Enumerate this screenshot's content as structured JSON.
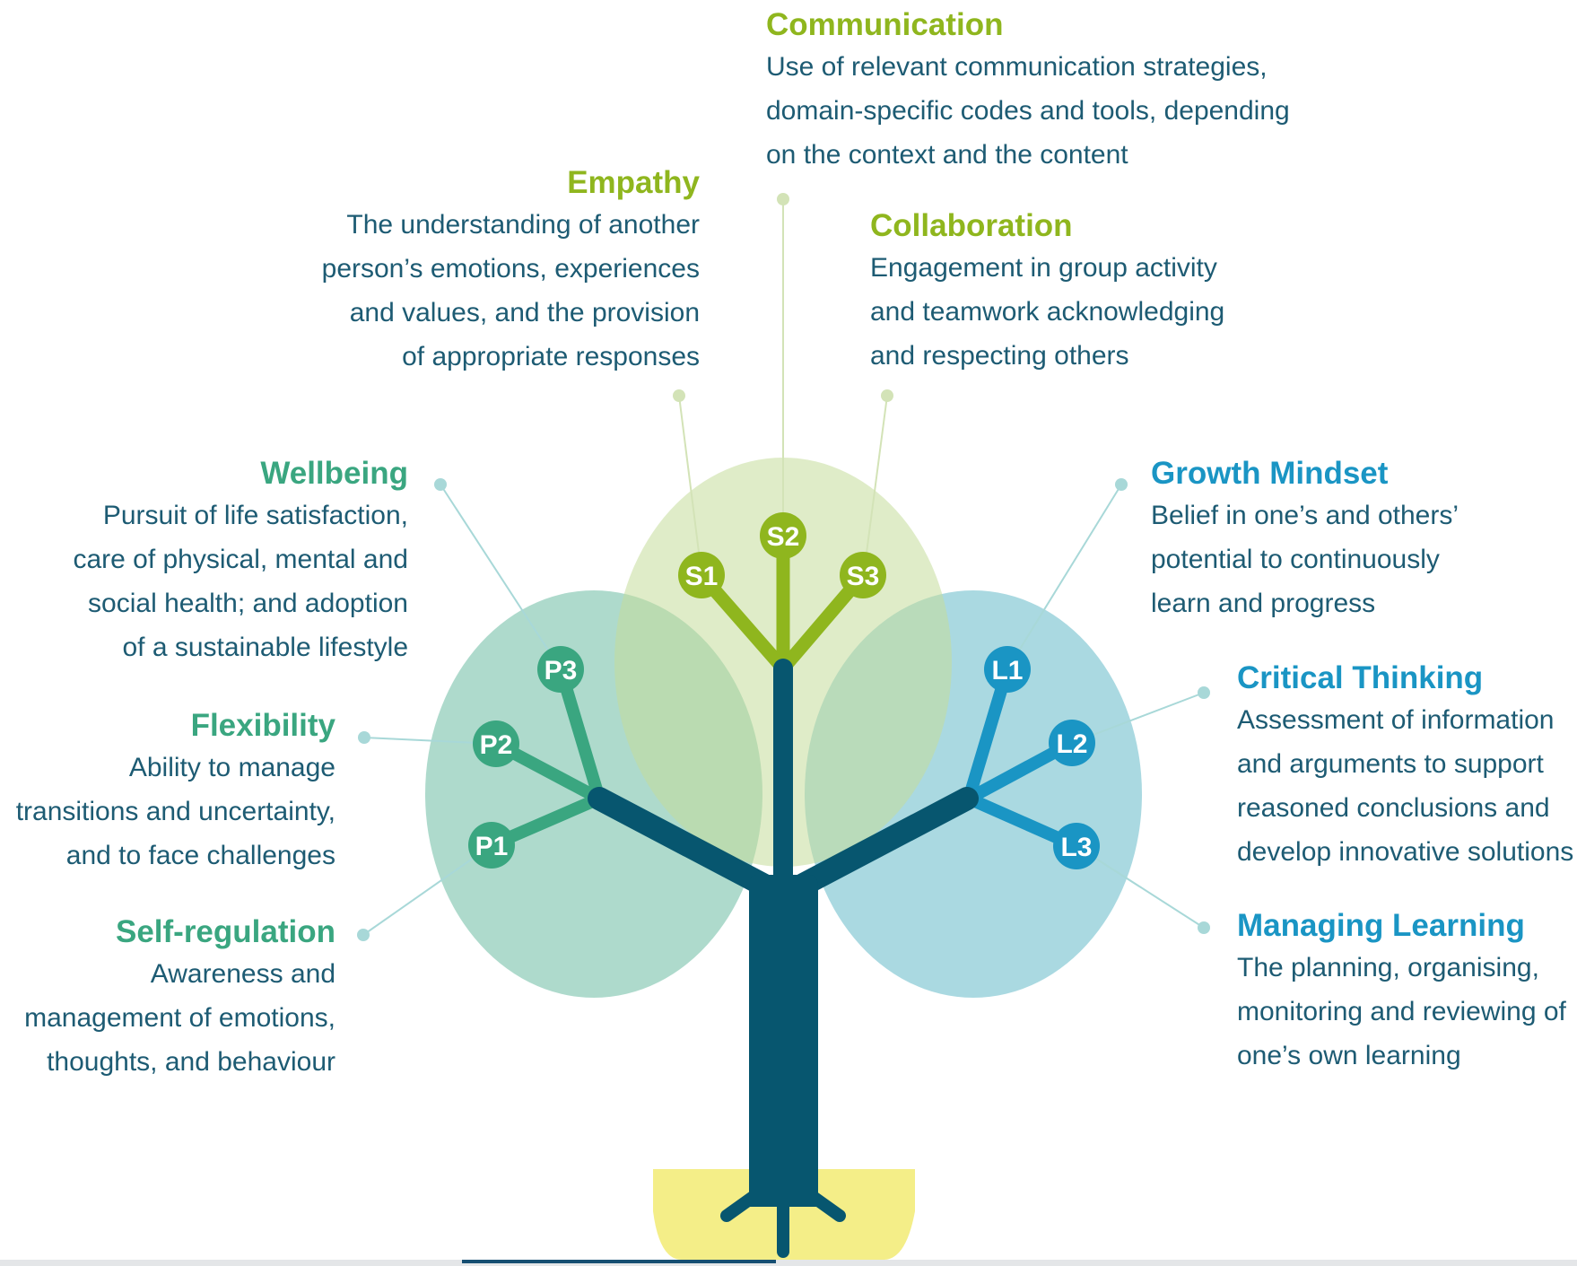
{
  "colors": {
    "social": "#8fb61e",
    "personal": "#3aa680",
    "learning": "#1a95c4",
    "trunk": "#07566f",
    "description_text": "#1d5b73",
    "pot": "#f4ee88"
  },
  "nodes": {
    "P1": "P1",
    "P2": "P2",
    "P3": "P3",
    "S1": "S1",
    "S2": "S2",
    "S3": "S3",
    "L1": "L1",
    "L2": "L2",
    "L3": "L3"
  },
  "competences": {
    "communication": {
      "title": "Communication",
      "description": "Use of relevant communication strategies,\ndomain-specific codes and tools, depending\non the context and the content"
    },
    "empathy": {
      "title": "Empathy",
      "description": "The understanding of another\nperson’s emotions, experiences\nand values, and the provision\nof appropriate responses"
    },
    "collaboration": {
      "title": "Collaboration",
      "description": "Engagement in group activity\nand teamwork acknowledging\nand respecting others"
    },
    "wellbeing": {
      "title": "Wellbeing",
      "description": "Pursuit of life satisfaction,\ncare of physical, mental and\nsocial health; and adoption\nof a sustainable lifestyle"
    },
    "flexibility": {
      "title": "Flexibility",
      "description": "Ability to manage\ntransitions and uncertainty,\nand to face challenges"
    },
    "self_regulation": {
      "title": "Self-regulation",
      "description": "Awareness and\nmanagement of emotions,\nthoughts, and behaviour"
    },
    "growth_mindset": {
      "title": "Growth Mindset",
      "description": "Belief in one’s and others’\npotential to continuously\nlearn and progress"
    },
    "critical_thinking": {
      "title": "Critical Thinking",
      "description": "Assessment of information\nand arguments to support\nreasoned conclusions and\ndevelop innovative solutions"
    },
    "managing_learning": {
      "title": "Managing Learning",
      "description": "The planning, organising,\nmonitoring and reviewing of\none’s own learning"
    }
  }
}
